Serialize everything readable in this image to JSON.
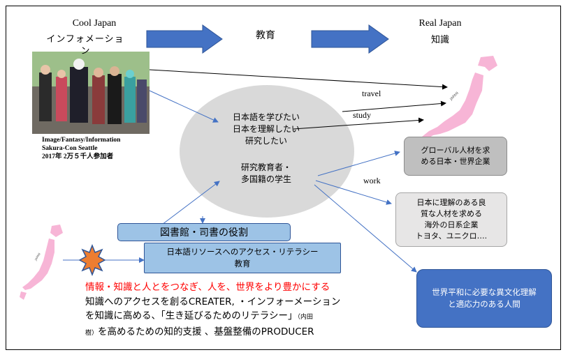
{
  "header": {
    "cool_title": "Cool Japan",
    "cool_sub": "インフォメーショ",
    "cool_sub2": "ン",
    "mid_label": "教育",
    "real_title": "Real Japan",
    "real_sub": "知識"
  },
  "photo": {
    "caption1": "Image/Fantasy/Information",
    "caption2": "Sakura-Con Seattle",
    "caption3": "2017年 2万５千人参加者"
  },
  "center": {
    "line1": "日本語を学びたい",
    "line2": "日本を理解したい",
    "line3": "研究したい",
    "line4": "研究教育者・",
    "line5": "多国籍の学生"
  },
  "arrows": {
    "travel": "travel",
    "study": "study",
    "work": "work"
  },
  "right_boxes": {
    "global1": "グローバル人材を求",
    "global2": "める日本・世界企業",
    "jp1": "日本に理解のある良",
    "jp2": "質な人材を求める",
    "jp3": "海外の日系企業",
    "jp4": "トヨタ、ユニクロ….",
    "peace1": "世界平和に必要な異文化理解",
    "peace2": "と適応力のある人間"
  },
  "library": {
    "role": "図書館・司書の役割",
    "access1": "日本語リソースへのアクセス・リテラシー",
    "access2": "教育"
  },
  "bottom": {
    "red": "情報・知識と人とをつなぎ、人を、世界をより豊かにする",
    "l2": "知識へのアクセスを創るCREATER, ・インフォーメーション",
    "l3a": "を知識に高める、「生き延びるためのリテラシー」",
    "l3b": "（内田",
    "l4a": "樹）",
    "l4b": "を高めるための知的支援 、基盤整備のPRODUCER"
  },
  "colors": {
    "arrow_blue": "#4472C4",
    "box_blue": "#9DC3E6",
    "box_gray": "#BFBFBF",
    "peace_blue": "#4472C4",
    "ellipse": "#D9D9D9",
    "red_text": "#FF0000",
    "japan_pink": "#F7B5D6"
  }
}
